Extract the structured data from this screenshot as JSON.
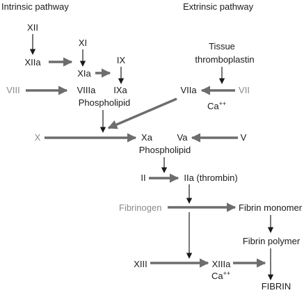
{
  "headings": {
    "intrinsic": "Intrinsic pathway",
    "extrinsic": "Extrinsic pathway"
  },
  "factors": {
    "xii": "XII",
    "xiia": "XIIa",
    "xi": "XI",
    "xia": "XIa",
    "ix": "IX",
    "ixa": "IXa",
    "viii": "VIII",
    "viiia": "VIIIa",
    "phospholipid_1": "Phospholipid",
    "tissue_line1": "Tissue",
    "tissue_line2": "thromboplastin",
    "viia": "VIIa",
    "vii": "VII",
    "ca_1": "Ca",
    "ca_1_sup": "++",
    "x": "X",
    "xa": "Xa",
    "va": "Va",
    "v": "V",
    "phospholipid_2": "Phospholipid",
    "ii": "II",
    "iia": "IIa (thrombin)",
    "fibrinogen": "Fibrinogen",
    "fibrin_monomer": "Fibrin monomer",
    "fibrin_polymer": "Fibrin polymer",
    "xiii": "XIII",
    "xiiia": "XIIIa",
    "ca_2": "Ca",
    "ca_2_sup": "++",
    "fibrin": "FIBRIN"
  },
  "colors": {
    "arrow": "#6d6d6d",
    "text": "#1a1a1a",
    "inactive_text": "#8a8a8a"
  }
}
